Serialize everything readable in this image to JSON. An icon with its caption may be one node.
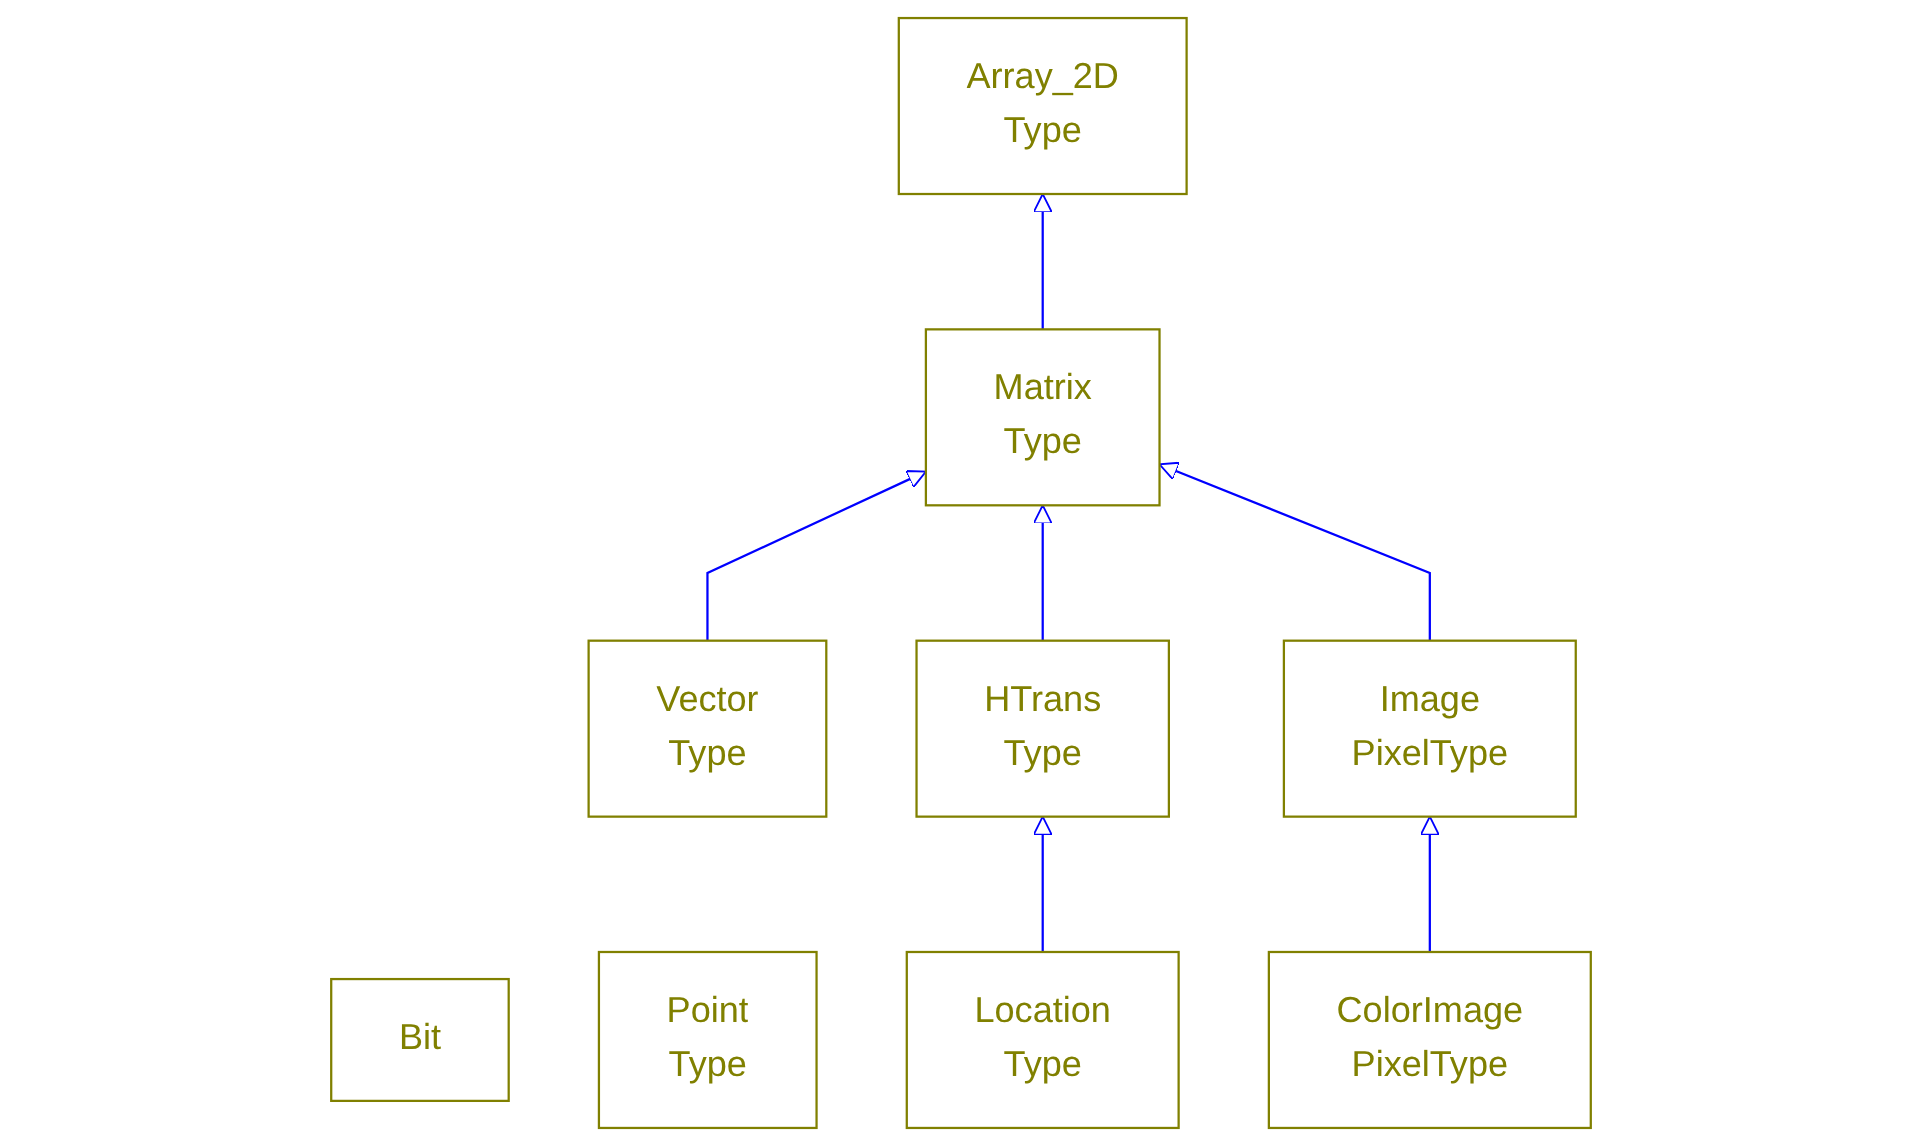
{
  "diagram": {
    "nodes": [
      {
        "text": [
          "Bit"
        ]
      },
      {
        "text": [
          "Array_2D",
          "Type"
        ]
      },
      {
        "text": [
          "Point",
          "Type"
        ]
      },
      {
        "text": [
          "Matrix",
          "Type"
        ]
      },
      {
        "text": [
          "Vector",
          "Type"
        ]
      },
      {
        "text": [
          "HTrans",
          "Type"
        ]
      },
      {
        "text": [
          "Image",
          "PixelType"
        ]
      },
      {
        "text": [
          "Location",
          "Type"
        ]
      },
      {
        "text": [
          "ColorImage",
          "PixelType"
        ]
      }
    ],
    "edges": [
      {
        "from": 3,
        "to": 1,
        "arrow": "to"
      },
      {
        "from": 4,
        "to": 3,
        "arrow": "to"
      },
      {
        "from": 5,
        "to": 3,
        "arrow": "to"
      },
      {
        "from": 6,
        "to": 3,
        "arrow": "to"
      },
      {
        "from": 7,
        "to": 5,
        "arrow": "to"
      },
      {
        "from": 8,
        "to": 6,
        "arrow": "to"
      }
    ]
  }
}
